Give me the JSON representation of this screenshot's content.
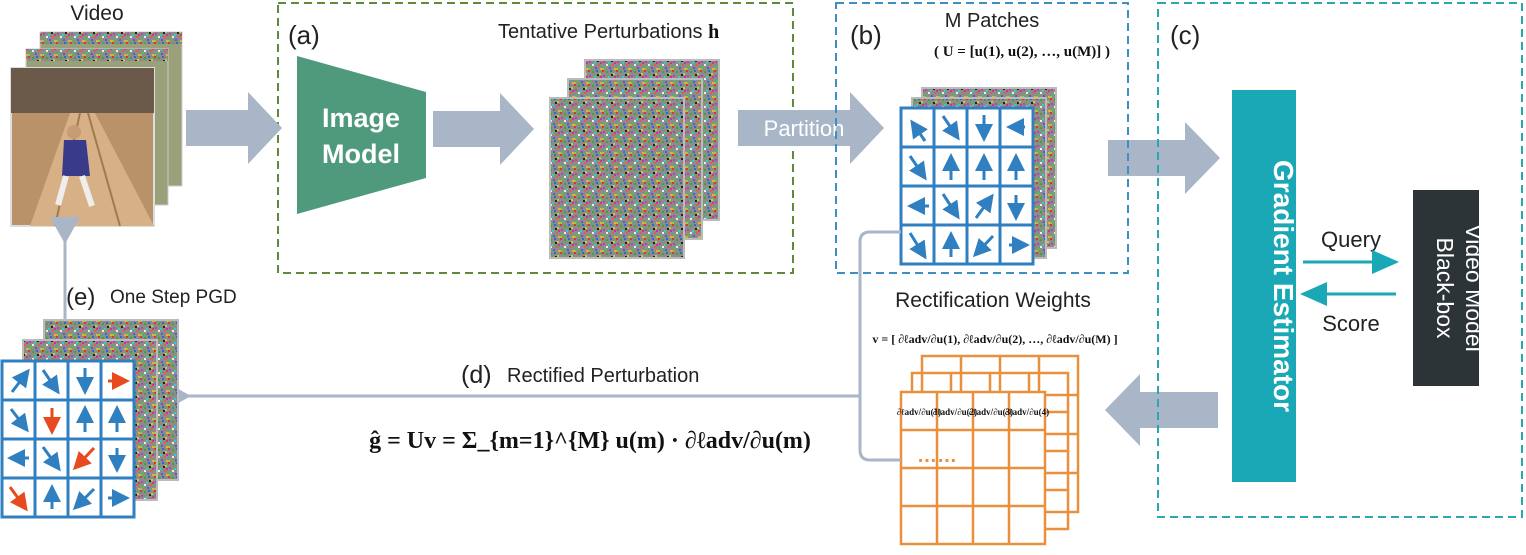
{
  "colors": {
    "box_a": "#5f8a3c",
    "box_b": "#3d8fc4",
    "box_c": "#2aa6ae",
    "arrow_fill": "#a8b6c8",
    "grid_blue": "#2f7fc1",
    "grid_orange": "#e8903c",
    "highlight_red": "#e84a1f",
    "image_model": "#4f9a7d",
    "gradient_estimator": "#1ba8b6",
    "black_box": "#2d3437"
  },
  "video_title": "Video",
  "panel_a": {
    "tag": "(a)",
    "caption_text": "Tentative Perturbations ",
    "caption_symbol": "h",
    "model_line1": "Image",
    "model_line2": "Model"
  },
  "partition_label": "Partition",
  "panel_b": {
    "tag": "(b)",
    "title": "M Patches",
    "formula": "( U = [u(1), u(2), …, u(M)] )"
  },
  "panel_c": {
    "tag": "(c)",
    "estimator": "Gradient Estimator",
    "query": "Query",
    "score": "Score",
    "blackbox_line1": "Black-box",
    "blackbox_line2": "Video Model"
  },
  "rectification": {
    "title": "Rectification Weights",
    "formula": "v = [ ∂ℓadv/∂u(1), ∂ℓadv/∂u(2), …, ∂ℓadv/∂u(M) ]",
    "cells": [
      "∂ℓadv/∂u(1)",
      "∂ℓadv/∂u(2)",
      "∂ℓadv/∂u(3)",
      "∂ℓadv/∂u(4)"
    ],
    "dots": "……"
  },
  "panel_d": {
    "tag": "(d)",
    "title": "Rectified Perturbation",
    "formula": "ĝ = Uv = Σ_{m=1}^{M} u(m) · ∂ℓadv/∂u(m)"
  },
  "panel_e": {
    "tag": "(e)",
    "title": "One Step PGD"
  },
  "icons": [
    "bowling-video-frame",
    "noise-texture",
    "direction-arrow"
  ]
}
